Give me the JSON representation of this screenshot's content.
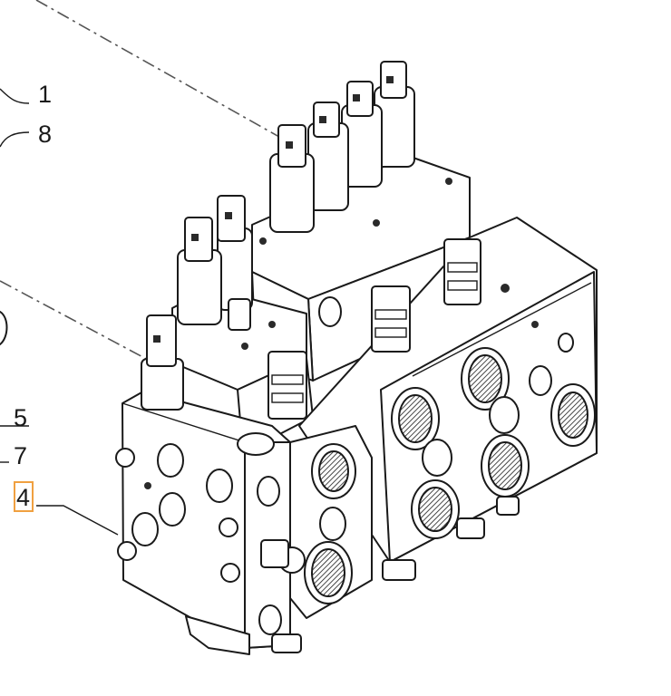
{
  "callouts": [
    {
      "label": "1",
      "highlighted": false
    },
    {
      "label": "8",
      "highlighted": false
    },
    {
      "label": "5",
      "highlighted": false
    },
    {
      "label": "7",
      "highlighted": false
    },
    {
      "label": "4",
      "highlighted": true
    }
  ],
  "colors": {
    "line": "#1a1a1a",
    "highlight_box": "#f0a040",
    "background": "#ffffff"
  },
  "icons": [
    "hydraulic-valve-block-drawing"
  ]
}
